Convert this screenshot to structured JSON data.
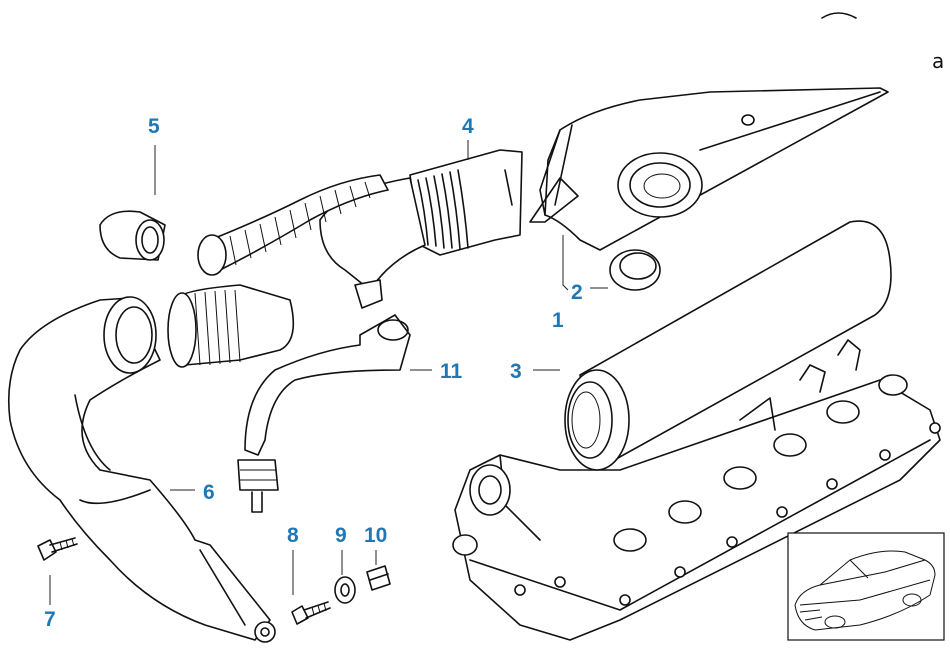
{
  "diagram": {
    "accent_color": "#1f77b4",
    "corner_glyph": "a",
    "callouts": {
      "c1": "1",
      "c2": "2",
      "c3": "3",
      "c4": "4",
      "c5": "5",
      "c6": "6",
      "c7": "7",
      "c8": "8",
      "c9": "9",
      "c10": "10",
      "c11": "11"
    },
    "inset_icon": "car-outline-icon"
  }
}
